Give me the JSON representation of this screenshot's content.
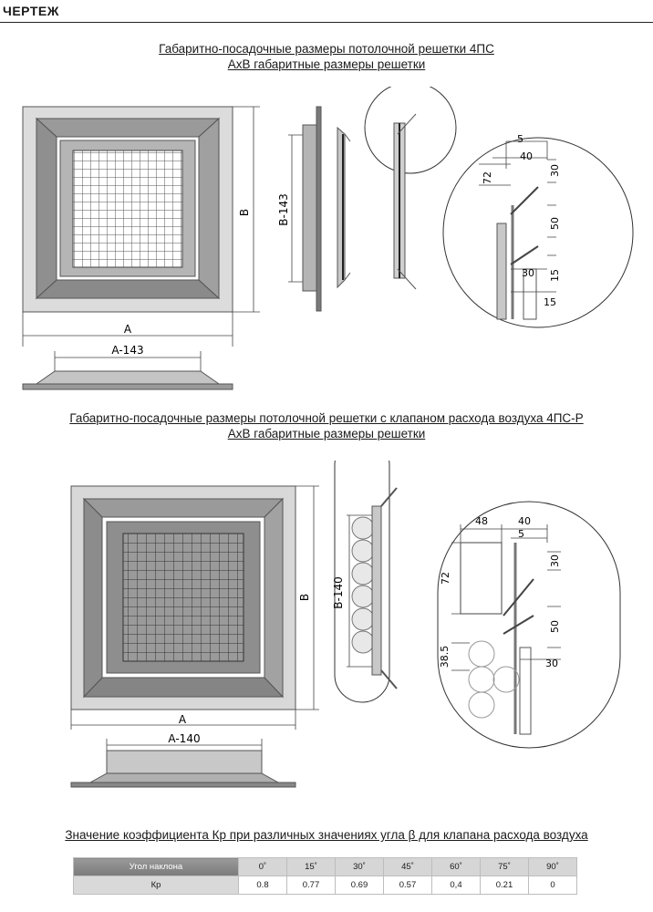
{
  "header": {
    "title": "ЧЕРТЕЖ"
  },
  "section1": {
    "title_line1": "Габаритно-посадочные размеры потолочной решетки 4ПС",
    "title_line2": "АхВ габаритные размеры решетки",
    "dims": {
      "b": "B",
      "a": "A",
      "a_minus": "A-143",
      "b_minus": "B-143",
      "d5": "5",
      "d40": "40",
      "d30a": "30",
      "d72": "72",
      "d50": "50",
      "d30b": "30",
      "d15a": "15",
      "d15b": "15"
    }
  },
  "section2": {
    "title_line1": "Габаритно-посадочные размеры потолочной решетки с клапаном расхода воздуха 4ПС-Р",
    "title_line2": "АхВ габаритные размеры решетки",
    "dims": {
      "b": "B",
      "a": "A",
      "a_minus": "A-140",
      "b_minus": "B-140",
      "d48": "48",
      "d40": "40",
      "d5": "5",
      "d30a": "30",
      "d72": "72",
      "d50": "50",
      "d385": "38.5",
      "d30b": "30"
    }
  },
  "table": {
    "caption": "Значение коэффициента Кр при различных значениях угла β для клапана расхода воздуха",
    "row1_label": "Угол наклона",
    "row2_label": "Кр",
    "angles": [
      "0˚",
      "15˚",
      "30˚",
      "45˚",
      "60˚",
      "75˚",
      "90˚"
    ],
    "values": [
      "0.8",
      "0.77",
      "0.69",
      "0.57",
      "0,4",
      "0.21",
      "0"
    ]
  },
  "colors": {
    "frame_outer": "#d6d6d6",
    "frame_mid": "#8c8c8c",
    "frame_inner": "#a8a8a8",
    "grid_bg": "#bdbdbd",
    "table_head": "#7f7f7f"
  }
}
